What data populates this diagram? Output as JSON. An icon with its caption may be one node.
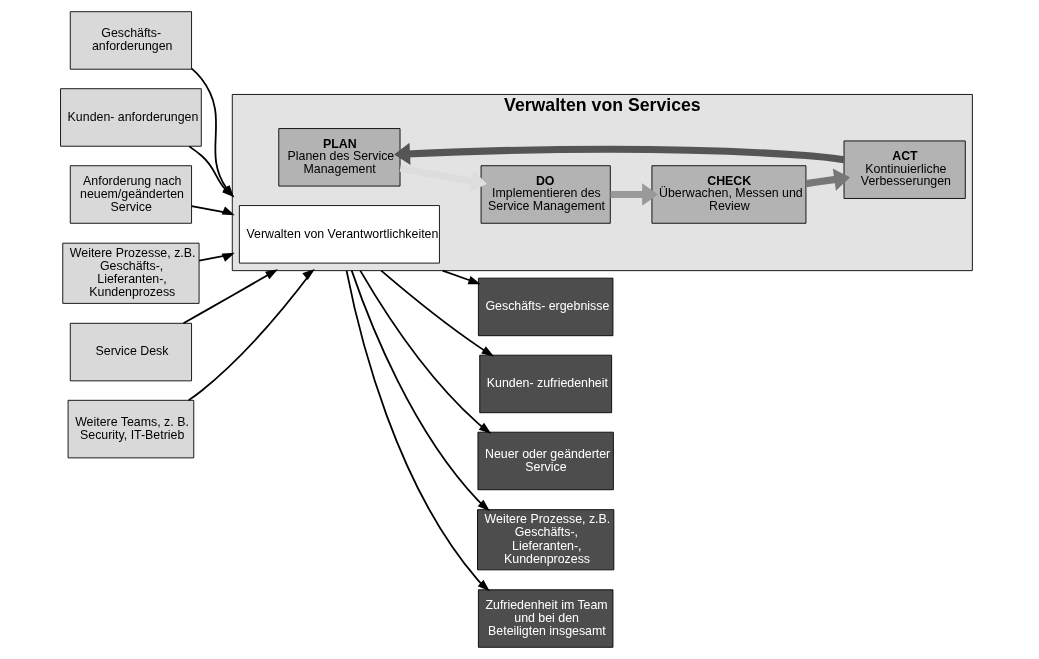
{
  "diagram": {
    "nodes": [
      {
        "text": [
          "Verwalten von Services"
        ]
      },
      {
        "text": [
          "Verwalten von Verantwortlichkeiten"
        ],
        "in": 0
      },
      {
        "text": [
          "PLAN",
          "Planen des Service Management"
        ],
        "in": 0
      },
      {
        "text": [
          "DO",
          "Implementieren des Service Management"
        ],
        "in": 0
      },
      {
        "text": [
          "ACT",
          "Kontinuierliche Verbesserungen"
        ],
        "in": 0
      },
      {
        "text": [
          "CHECK",
          "Überwachen, Messen und Review"
        ],
        "in": 0
      },
      {
        "text": [
          "Geschäfts- anforderungen"
        ]
      },
      {
        "text": [
          "Kunden- anforderungen"
        ]
      },
      {
        "text": [
          "Anforderung nach neuem/geänderten Service"
        ]
      },
      {
        "text": [
          "Weitere Prozesse, z.B. Geschäfts-, Lieferanten-, Kundenprozess"
        ]
      },
      {
        "text": [
          "Service Desk"
        ]
      },
      {
        "text": [
          "Weitere Teams, z. B. Security, IT-Betrieb"
        ]
      },
      {
        "text": [
          "Geschäfts- ergebnisse"
        ]
      },
      {
        "text": [
          "Kunden- zufriedenheit"
        ]
      },
      {
        "text": [
          "Neuer oder geänderter Service"
        ]
      },
      {
        "text": [
          "Weitere Prozesse, z.B. Geschäfts-, Lieferanten-, Kundenprozess"
        ]
      },
      {
        "text": [
          "Zufriedenheit im Team und bei den Beteiligten insgesamt"
        ]
      }
    ],
    "edges": [
      {
        "from": 6,
        "to": 0,
        "arrow": "to"
      },
      {
        "from": 7,
        "to": 0,
        "arrow": "to"
      },
      {
        "from": 8,
        "to": 0,
        "arrow": "to"
      },
      {
        "from": 9,
        "to": 0,
        "arrow": "to"
      },
      {
        "from": 10,
        "to": 0,
        "arrow": "to"
      },
      {
        "from": 11,
        "to": 0,
        "arrow": "to"
      },
      {
        "from": 0,
        "to": 12,
        "arrow": "to"
      },
      {
        "from": 0,
        "to": 13,
        "arrow": "to"
      },
      {
        "from": 0,
        "to": 14,
        "arrow": "to"
      },
      {
        "from": 0,
        "to": 15,
        "arrow": "to"
      },
      {
        "from": 0,
        "to": 16,
        "arrow": "to"
      },
      {
        "from": 2,
        "to": 3,
        "arrow": "to",
        "style": "thick",
        "color": "#dddddd"
      },
      {
        "from": 3,
        "to": 5,
        "arrow": "to",
        "style": "thick",
        "color": "#999999"
      },
      {
        "from": 5,
        "to": 4,
        "arrow": "to",
        "style": "thick",
        "color": "#777777"
      },
      {
        "from": 4,
        "to": 2,
        "arrow": "to",
        "style": "thick",
        "color": "#555555"
      }
    ]
  }
}
